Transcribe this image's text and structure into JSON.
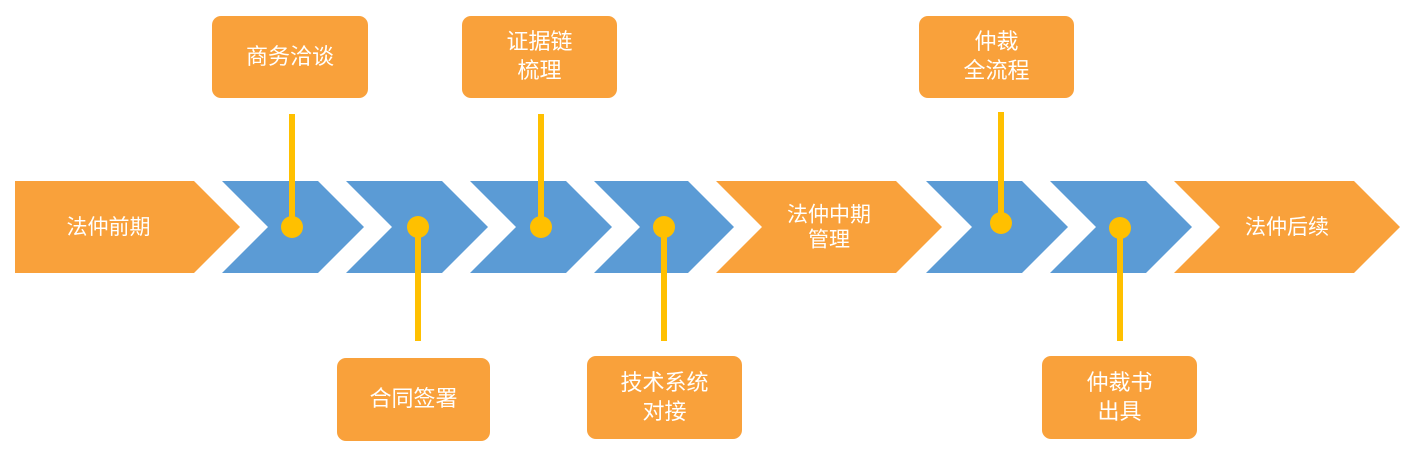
{
  "colors": {
    "phase": "#f9a13b",
    "step": "#5b9bd5",
    "connector": "#ffc000",
    "label_box": "#f9a13b",
    "text": "#ffffff"
  },
  "phases": [
    {
      "lines": [
        "法仲前期"
      ]
    },
    {
      "lines": [
        "法仲中期",
        "管理"
      ]
    },
    {
      "lines": [
        "法仲后续"
      ]
    }
  ],
  "steps": [
    {
      "lines": [
        "商务洽谈"
      ]
    },
    {
      "lines": [
        "合同签署"
      ]
    },
    {
      "lines": [
        "证据链",
        "梳理"
      ]
    },
    {
      "lines": [
        "技术系统",
        "对接"
      ]
    },
    {
      "lines": [
        "仲裁",
        "全流程"
      ]
    },
    {
      "lines": [
        "仲裁书",
        "出具"
      ]
    }
  ]
}
